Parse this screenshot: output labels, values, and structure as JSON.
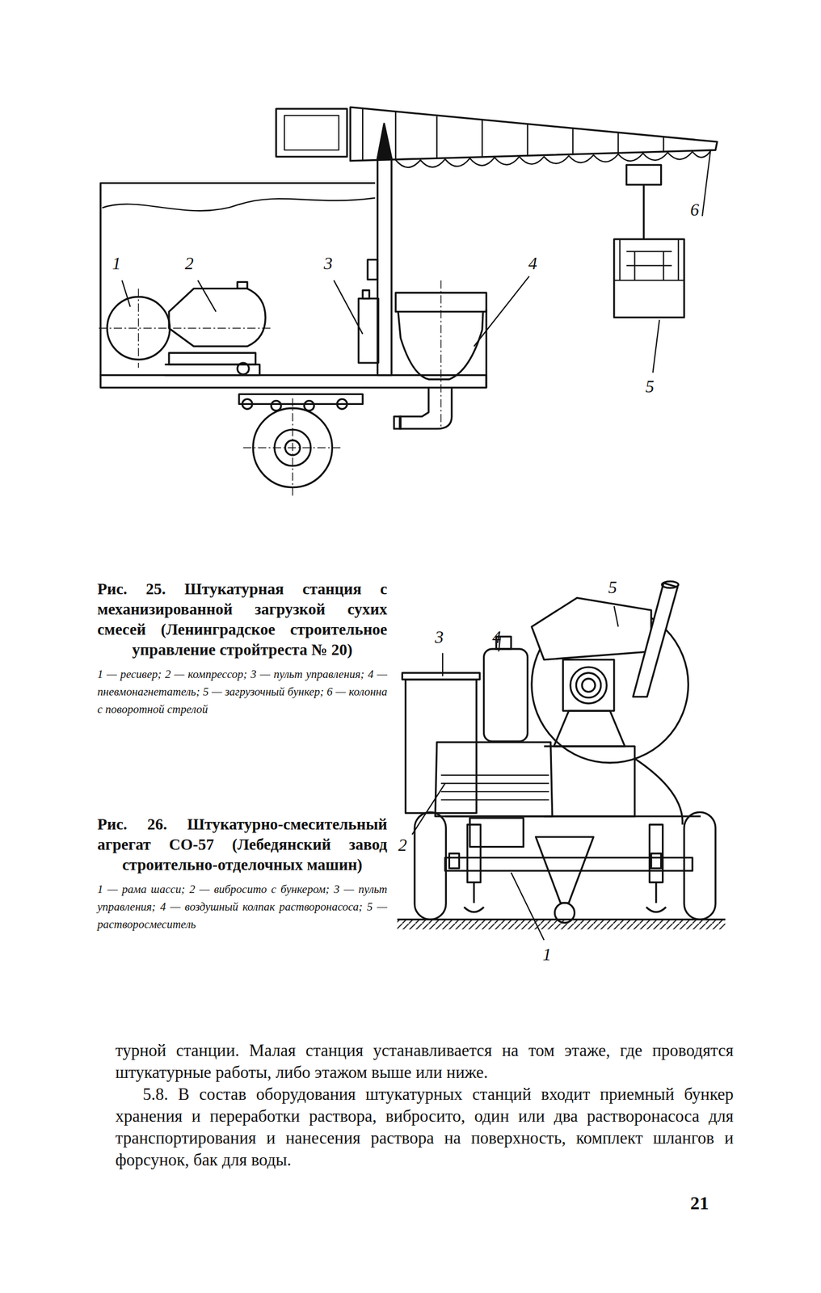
{
  "diagram": {
    "labels": [
      "6",
      "1",
      "2",
      "3",
      "4",
      "5",
      "Рис. 25. Штукатурная станция с механизированной загрузкой сухих смесей (Ленинградское строительное управление стройтреста № 20)",
      "1 — ресивер; 2 — компрессор; 3 — пульт управления; 4 — пневмонагнетатель; 5 — загрузочный бункер; 6 — колонна с поворотной стрелой",
      "Рис. 26. Штукатурно-смесительный агрегат СО-57 (Лебедянский завод строительно-отделочных машин)",
      "1 — рама шасси; 2 — вибросито с бункером; 3 — пульт управления; 4 — воздушный колпак растворонасоса; 5 — растворосмеситель",
      "5",
      "3",
      "4",
      "2",
      "1",
      "турной станции. Малая станция устанавливается на том этаже, где проводятся штукатурные работы, либо этажом выше или ниже.",
      "5.8. В состав оборудования штукатурных станций входит приемный бункер хранения и переработки раствора, вибросито, один или два растворонасоса для транспортирования и нанесения раствора на поверхность, комплект шлангов и форсунок, бак для воды.",
      "21"
    ]
  }
}
